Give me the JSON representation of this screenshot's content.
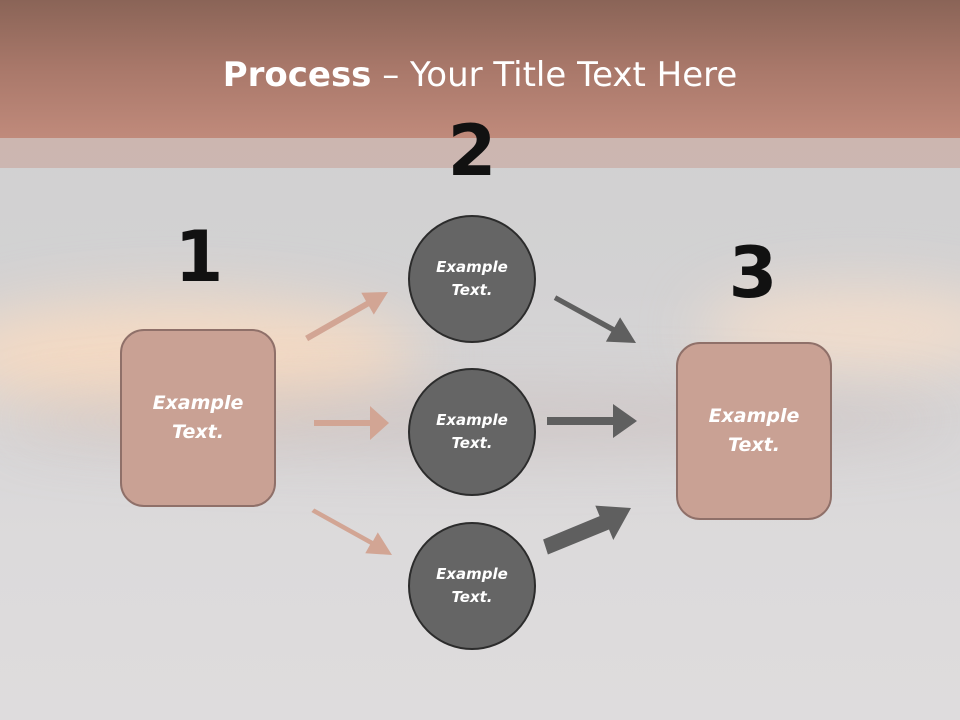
{
  "title": {
    "strong": "Process",
    "rest": " – Your Title Text Here"
  },
  "steps": [
    {
      "number": "1",
      "label": "Example Text."
    },
    {
      "number": "2",
      "label": "Example Text."
    },
    {
      "number": "3",
      "label": "Example Text."
    }
  ],
  "circles": [
    {
      "label": "Example Text."
    },
    {
      "label": "Example Text."
    },
    {
      "label": "Example Text."
    }
  ],
  "colors": {
    "header": "#a9786a",
    "box_fill": "#c9a194",
    "circle_fill": "#656565",
    "arrow_left": "#d2a594",
    "arrow_right": "#5f5f5f"
  }
}
